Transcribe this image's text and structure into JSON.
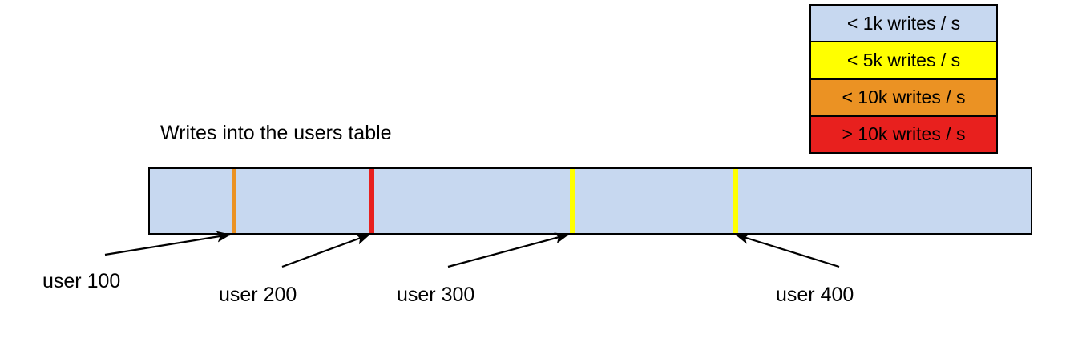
{
  "chart_data": {
    "type": "bar",
    "title": "Writes into the users table",
    "xlabel": "",
    "ylabel": "",
    "orientation": "horizontal-range-bar",
    "description": "A single horizontal range bar representing the users table keyspace, colored light blue (< 1k writes / s) with thin vertical stripes marking hot rows at specific user ids.",
    "baseline_category": "< 1k writes / s",
    "baseline_color": "#c7d8f0",
    "markers": [
      {
        "label": "user 100",
        "color": "#eb9223",
        "category": "< 10k writes / s",
        "position_fraction": 0.095
      },
      {
        "label": "user 200",
        "color": "#e8201e",
        "category": "> 10k writes / s",
        "position_fraction": 0.252
      },
      {
        "label": "user 300",
        "color": "#ffff00",
        "category": "< 5k writes / s",
        "position_fraction": 0.477
      },
      {
        "label": "user 400",
        "color": "#ffff00",
        "category": "< 5k writes / s",
        "position_fraction": 0.662
      }
    ],
    "legend_position": "top-right",
    "grid": false
  },
  "legend": {
    "items": [
      {
        "label": "< 1k writes / s",
        "color": "#c7d8f0"
      },
      {
        "label": "< 5k writes / s",
        "color": "#ffff00"
      },
      {
        "label": "< 10k writes / s",
        "color": "#eb9223"
      },
      {
        "label": "> 10k writes / s",
        "color": "#e8201e"
      }
    ]
  },
  "title": {
    "text": "Writes into the users table"
  },
  "callouts": [
    {
      "label": "user 100"
    },
    {
      "label": "user 200"
    },
    {
      "label": "user 300"
    },
    {
      "label": "user 400"
    }
  ]
}
